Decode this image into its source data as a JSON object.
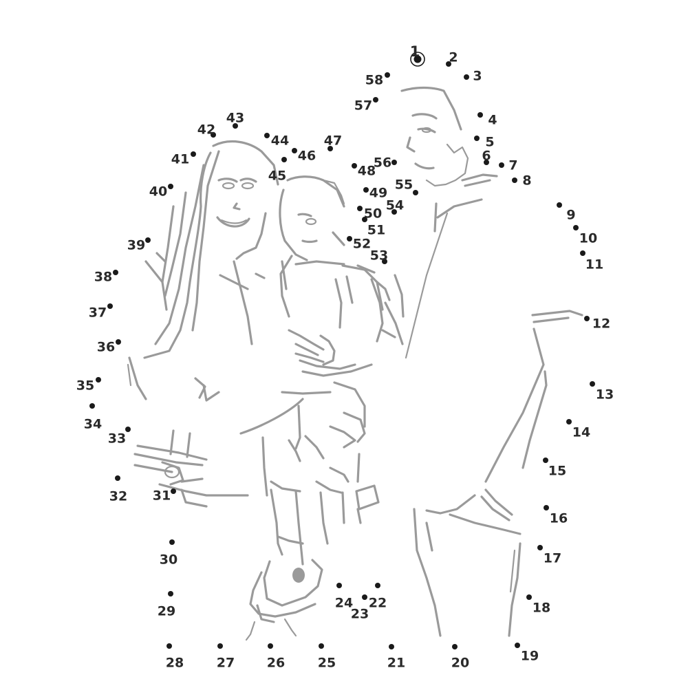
{
  "puzzle": {
    "type": "connect-the-dots",
    "start_number": 1,
    "end_number": 58,
    "dot_color": "#1a1a1a",
    "sketch_color": "#9a9a9a",
    "labels": [
      "1",
      "2",
      "3",
      "4",
      "5",
      "6",
      "7",
      "8",
      "9",
      "10",
      "11",
      "12",
      "13",
      "14",
      "15",
      "16",
      "17",
      "18",
      "19",
      "20",
      "21",
      "22",
      "23",
      "24",
      "25",
      "26",
      "27",
      "28",
      "29",
      "30",
      "31",
      "32",
      "33",
      "34",
      "35",
      "36",
      "37",
      "38",
      "39",
      "40",
      "41",
      "42",
      "43",
      "44",
      "45",
      "46",
      "47",
      "48",
      "49",
      "50",
      "51",
      "52",
      "53",
      "54",
      "55",
      "56",
      "57",
      "58"
    ]
  }
}
